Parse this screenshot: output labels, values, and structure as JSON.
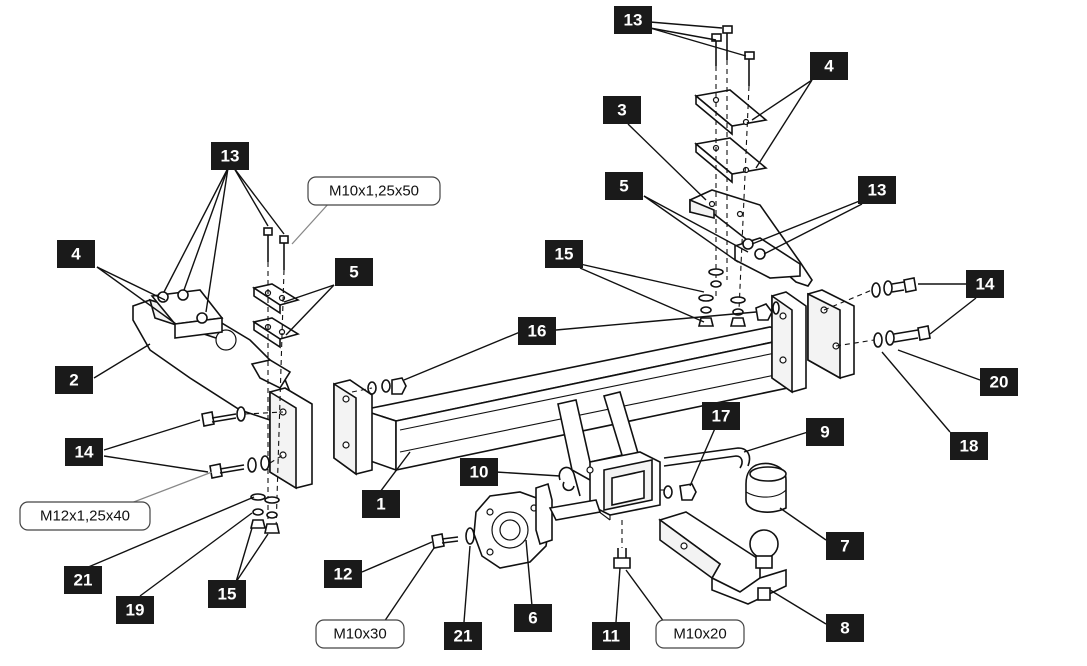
{
  "parts": {
    "p1": "1",
    "p2": "2",
    "p3": "3",
    "p4a": "4",
    "p4b": "4",
    "p5a": "5",
    "p5b": "5",
    "p6": "6",
    "p7": "7",
    "p8": "8",
    "p9": "9",
    "p10": "10",
    "p11": "11",
    "p12": "12",
    "p13a": "13",
    "p13b": "13",
    "p13c": "13",
    "p14a": "14",
    "p14b": "14",
    "p15a": "15",
    "p15b": "15",
    "p16": "16",
    "p17": "17",
    "p18": "18",
    "p19": "19",
    "p20": "20",
    "p21a": "21",
    "p21b": "21"
  },
  "specs": {
    "m10x125x50": "M10x1,25x50",
    "m12x125x40": "M12x1,25x40",
    "m10x30": "M10x30",
    "m10x20": "M10x20"
  }
}
